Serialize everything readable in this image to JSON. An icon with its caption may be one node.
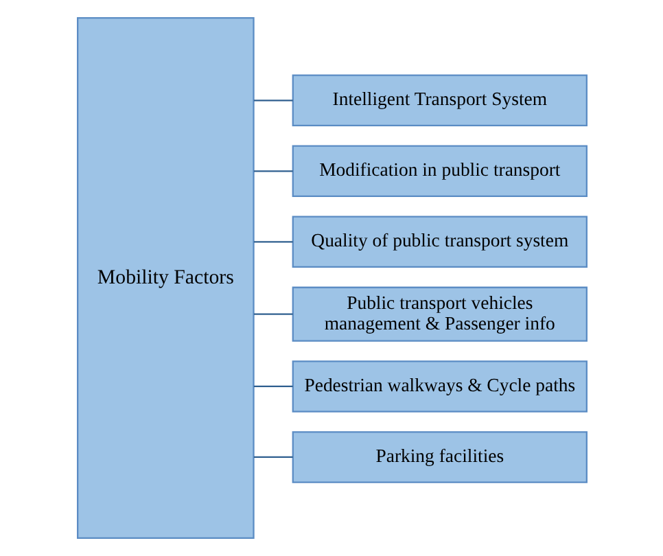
{
  "diagram": {
    "nodes": [
      {
        "text": [
          "Mobility Factors"
        ]
      },
      {
        "text": [
          "Intelligent Transport System"
        ]
      },
      {
        "text": [
          "Modification in public transport"
        ]
      },
      {
        "text": [
          "Quality of public transport system"
        ]
      },
      {
        "text": [
          "Public transport vehicles management & Passenger info"
        ]
      },
      {
        "text": [
          "Pedestrian walkways & Cycle paths"
        ]
      },
      {
        "text": [
          "Parking facilities"
        ]
      }
    ],
    "edges": [
      {
        "from": 0,
        "to": 1,
        "arrow": "none"
      },
      {
        "from": 0,
        "to": 2,
        "arrow": "none"
      },
      {
        "from": 0,
        "to": 3,
        "arrow": "none"
      },
      {
        "from": 0,
        "to": 4,
        "arrow": "none"
      },
      {
        "from": 0,
        "to": 5,
        "arrow": "none"
      },
      {
        "from": 0,
        "to": 6,
        "arrow": "none"
      }
    ]
  }
}
